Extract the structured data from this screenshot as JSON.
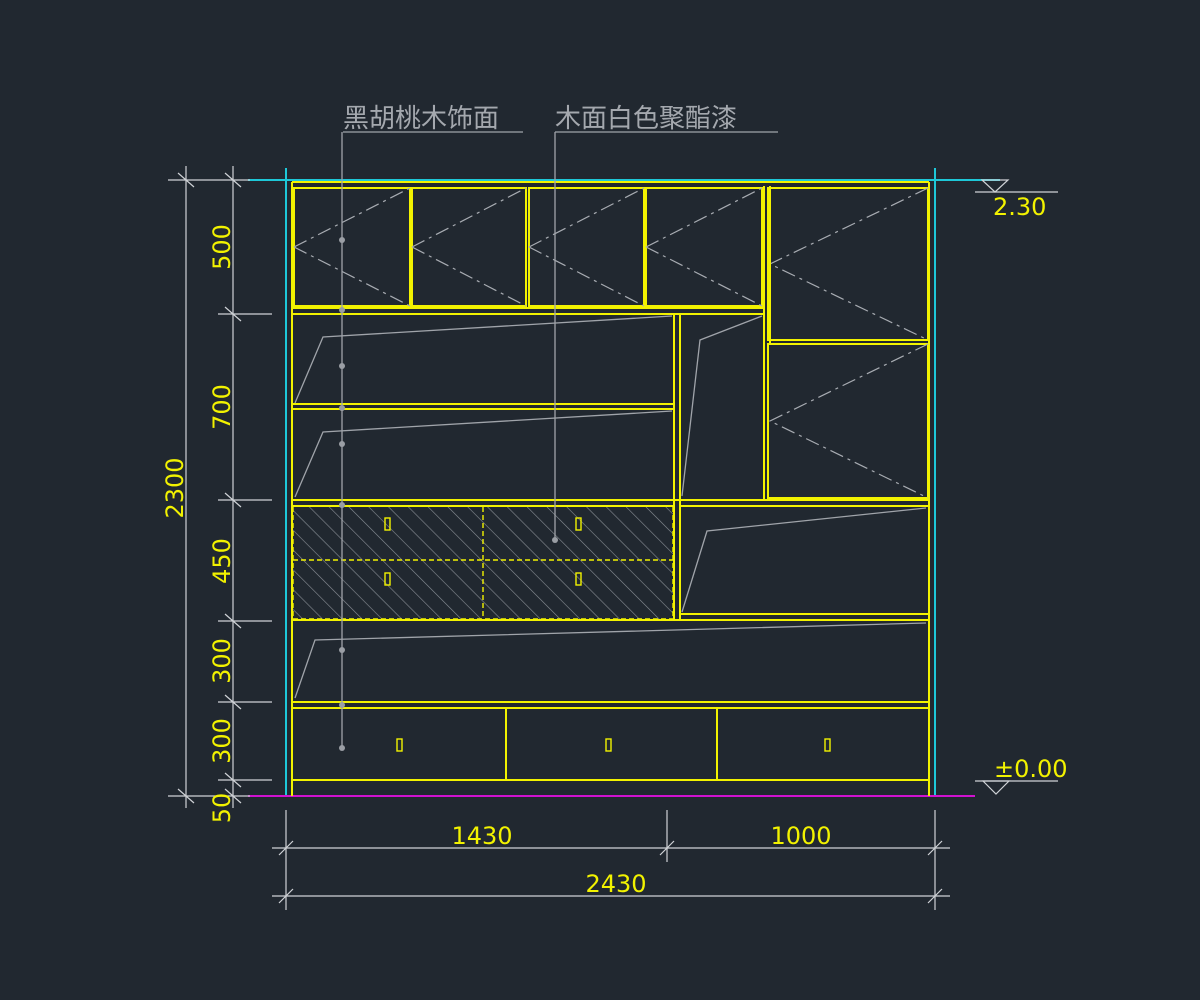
{
  "labels": {
    "walnut": "黑胡桃木饰面",
    "white_lacquer": "木面白色聚酯漆"
  },
  "elevations": {
    "top": "2.30",
    "bottom": "±0.00"
  },
  "dims": {
    "total_height": "2300",
    "v500": "500",
    "v700": "700",
    "v450": "450",
    "v300a": "300",
    "v300b": "300",
    "v50": "50",
    "w1430": "1430",
    "w1000": "1000",
    "w2430": "2430"
  },
  "colors": {
    "background": "#212830",
    "cabinet": "#f2f200",
    "side": "#1ec8d8",
    "floor": "#d012d0",
    "leader": "#a0a4aa"
  }
}
